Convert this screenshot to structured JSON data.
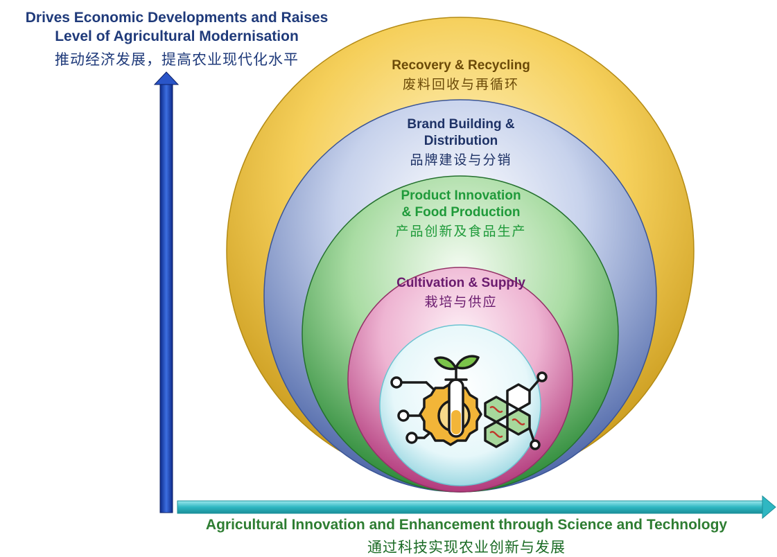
{
  "y_axis": {
    "title_line1": "Drives Economic Developments and Raises",
    "title_line2": "Level of Agricultural Modernisation",
    "title_cn": "推动经济发展，提高农业现代化水平"
  },
  "x_axis": {
    "title": "Agricultural Innovation and Enhancement through Science and Technology",
    "title_cn": "通过科技实现农业创新与发展"
  },
  "rings": [
    {
      "label": "Recovery & Recycling",
      "label_cn": "废料回收与再循环",
      "color": "#f2c240"
    },
    {
      "label_line1": "Brand Building &",
      "label_line2": "Distribution",
      "label_cn": "品牌建设与分销",
      "color": "#8fa3d4"
    },
    {
      "label_line1": "Product Innovation",
      "label_line2": "& Food Production",
      "label_cn": "产品创新及食品生产",
      "color": "#6fbf73"
    },
    {
      "label": "Cultivation & Supply",
      "label_cn": "栽培与供应",
      "color": "#e07fb0"
    }
  ],
  "center_icon": "agri-tech-icon",
  "colors": {
    "y_arrow": "#1a3fb5",
    "x_arrow": "#3ec4cc"
  }
}
